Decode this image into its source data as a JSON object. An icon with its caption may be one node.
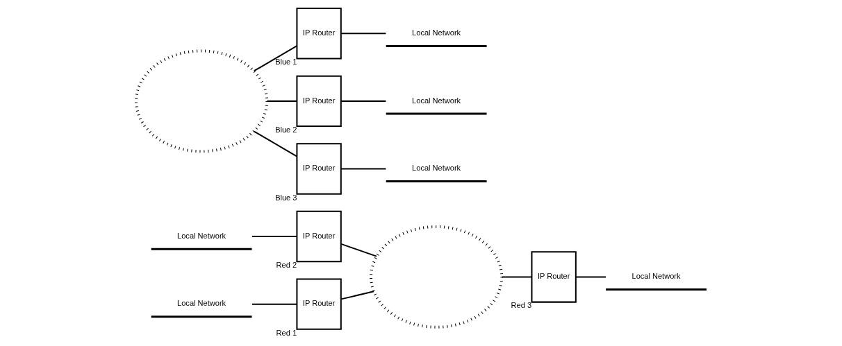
{
  "diagram": {
    "nodes": [
      {
        "text": [
          "IP Router"
        ],
        "beside": [
          "Red 1"
        ]
      },
      {
        "text": [
          "Local Network"
        ]
      },
      {
        "text": [
          "IP Router"
        ],
        "beside": [
          "Red 3"
        ]
      },
      {
        "text": [
          "Local Network"
        ]
      },
      {
        "text": [],
        "shape": "cloud"
      },
      {
        "text": [],
        "shape": "cloud"
      },
      {
        "text": [
          "IP Router"
        ],
        "beside": [
          "Blue 1"
        ]
      },
      {
        "text": [
          "Local Network"
        ]
      },
      {
        "text": [
          "IP Router"
        ],
        "beside": [
          "Blue 2"
        ]
      },
      {
        "text": [
          "Local Network"
        ]
      },
      {
        "text": [
          "IP Router"
        ],
        "beside": [
          "Red 2"
        ]
      },
      {
        "text": [
          "Local Network"
        ]
      },
      {
        "text": [
          "IP Router"
        ],
        "beside": [
          "Blue 3"
        ]
      },
      {
        "text": [
          "Local Network"
        ]
      }
    ],
    "edges": [
      {
        "from": 1,
        "to": 0,
        "arrow": "none"
      },
      {
        "from": 0,
        "to": 4,
        "arrow": "none"
      },
      {
        "from": 4,
        "to": 2,
        "arrow": "none"
      },
      {
        "from": 2,
        "to": 3,
        "arrow": "none"
      },
      {
        "from": 11,
        "to": 10,
        "arrow": "none"
      },
      {
        "from": 10,
        "to": 4,
        "arrow": "none"
      },
      {
        "from": 5,
        "to": 6,
        "arrow": "none"
      },
      {
        "from": 6,
        "to": 7,
        "arrow": "none"
      },
      {
        "from": 5,
        "to": 8,
        "arrow": "none"
      },
      {
        "from": 8,
        "to": 9,
        "arrow": "none"
      },
      {
        "from": 5,
        "to": 12,
        "arrow": "none"
      },
      {
        "from": 12,
        "to": 13,
        "arrow": "none"
      }
    ]
  }
}
